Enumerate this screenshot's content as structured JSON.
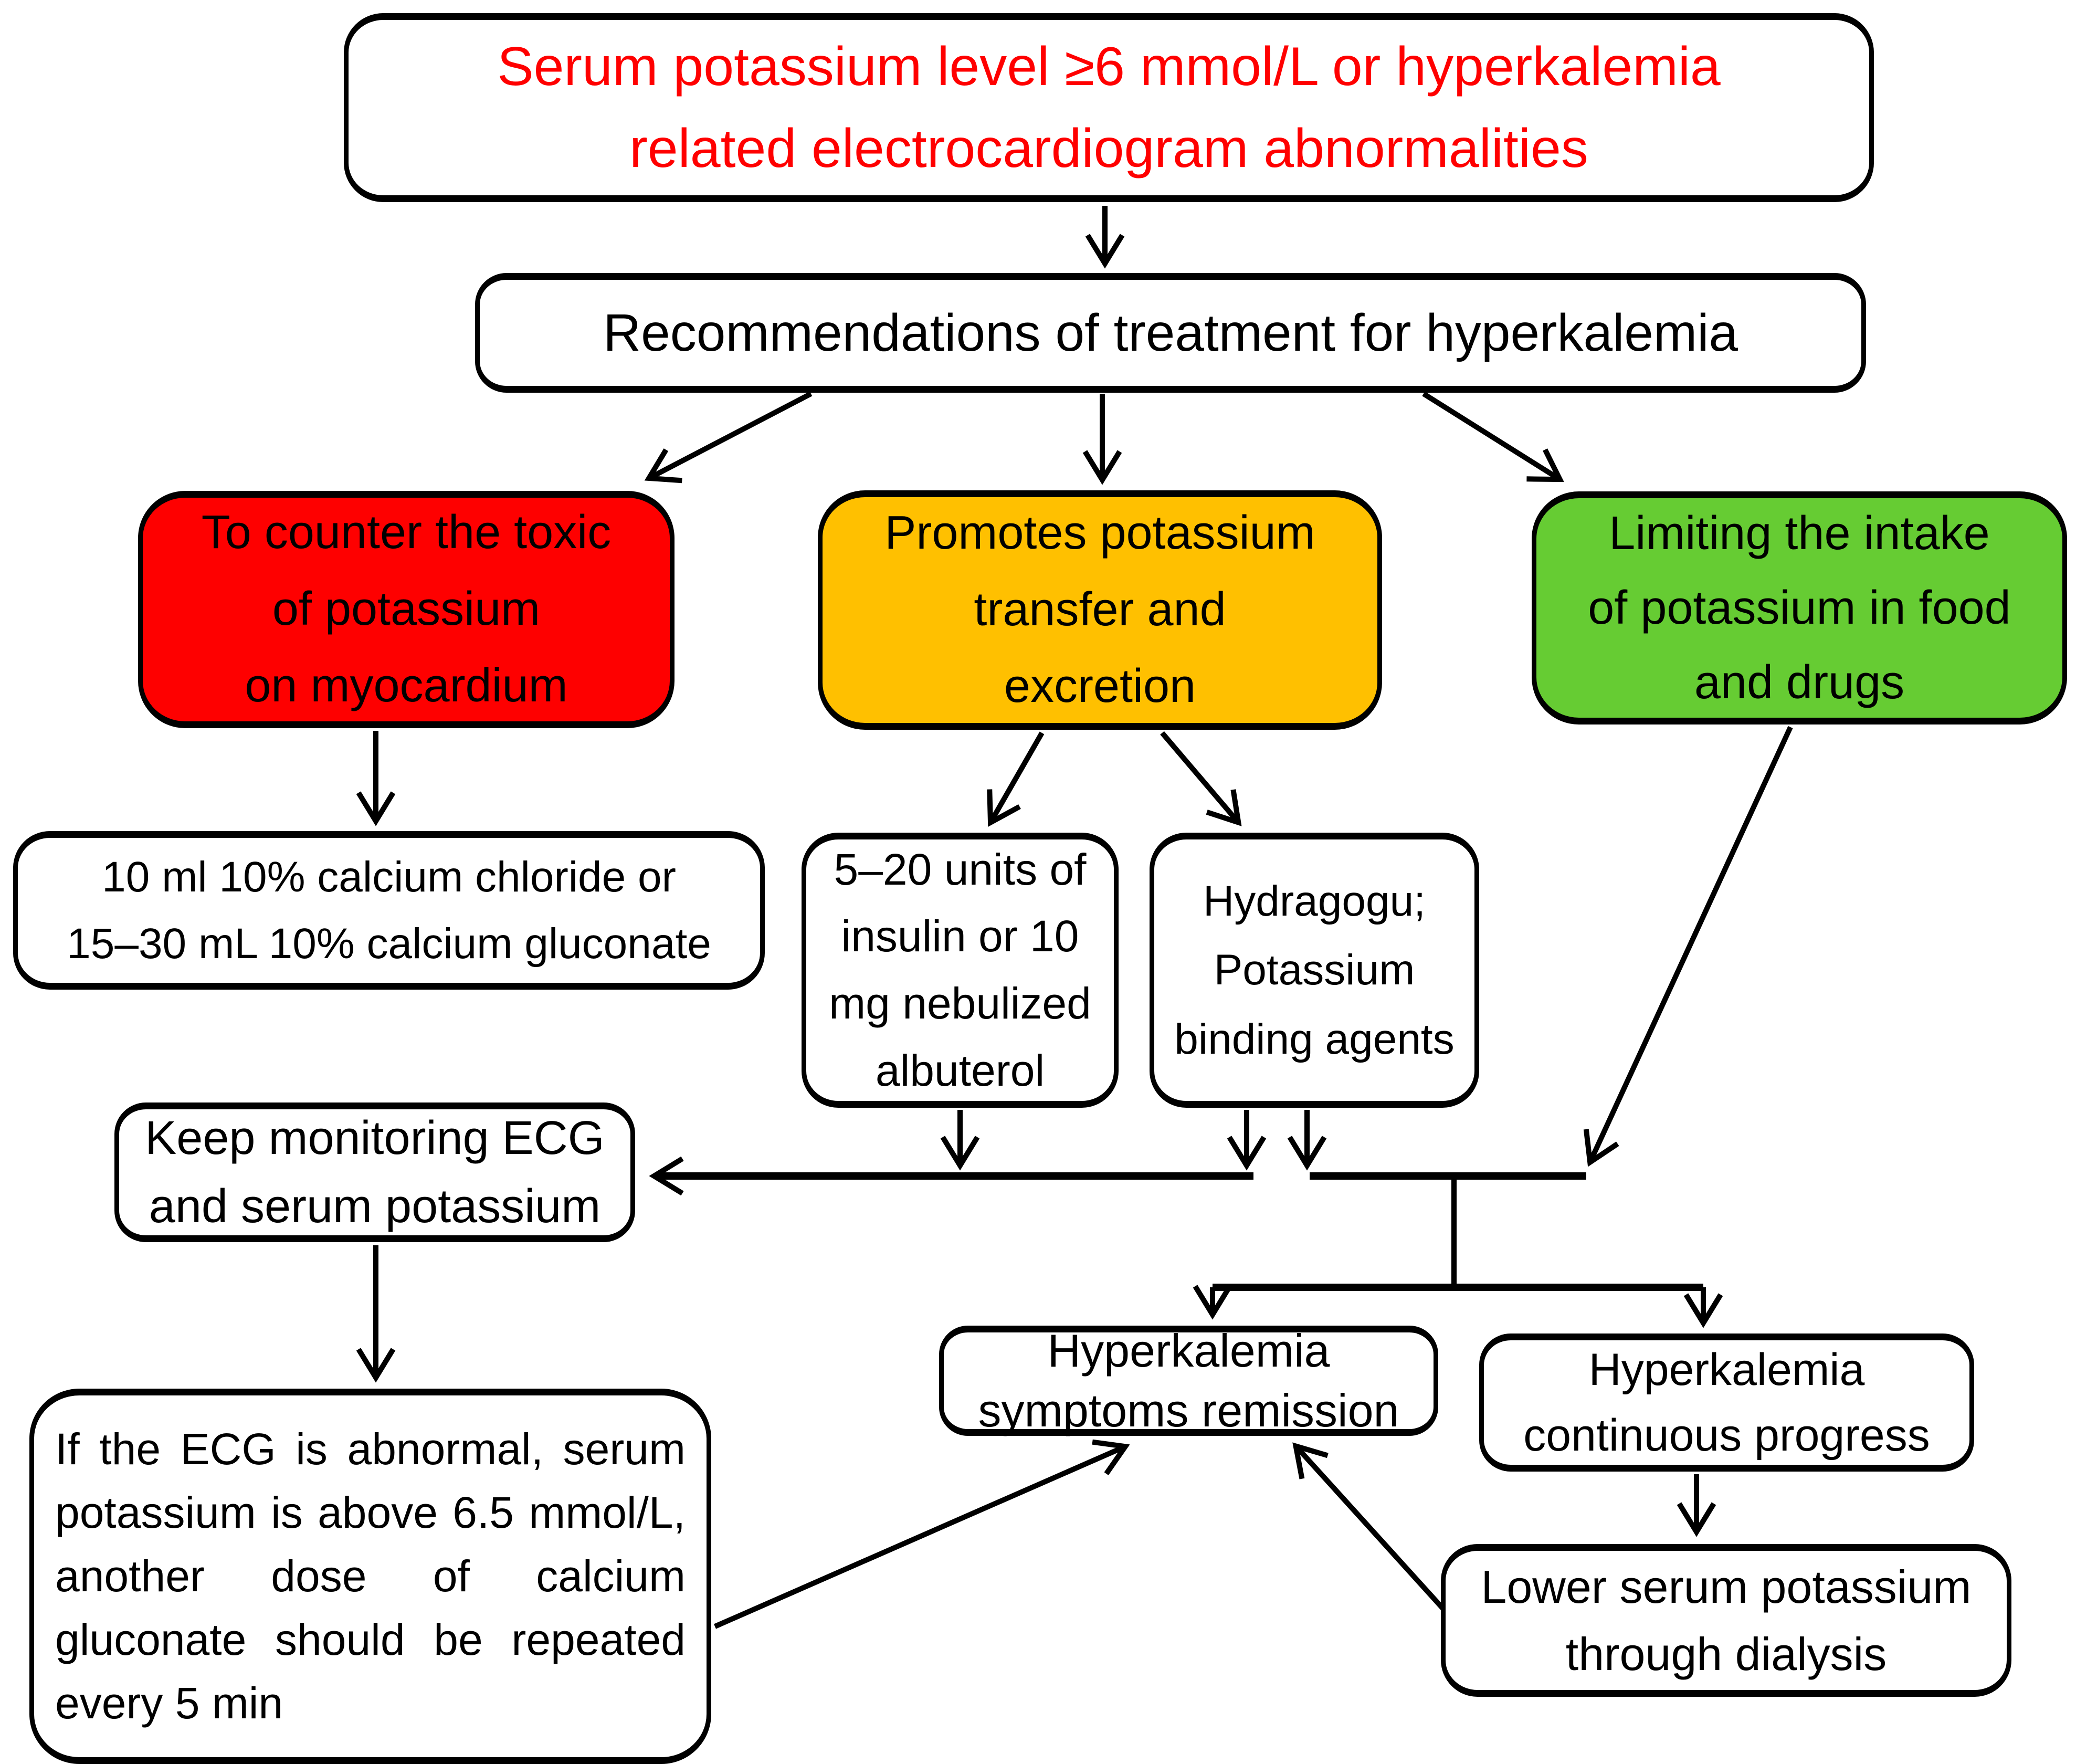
{
  "title": "Hyperkalemia treatment flowchart",
  "colors": {
    "title-red": "#ff0000",
    "box-red": "#fe0000",
    "box-orange": "#ffc000",
    "box-green": "#66cc33",
    "line": "#000000"
  },
  "nodes": {
    "start": {
      "lines": [
        "Serum potassium level ≥6 mmol/L or hyperkalemia",
        "related electrocardiogram abnormalities"
      ]
    },
    "recommendations": {
      "label": "Recommendations of treatment for hyperkalemia"
    },
    "counter_toxic": {
      "lines": [
        "To counter the toxic",
        "of potassium",
        "on myocardium"
      ]
    },
    "promote_transfer": {
      "lines": [
        "Promotes potassium",
        "transfer and",
        "excretion"
      ]
    },
    "limit_intake": {
      "lines": [
        "Limiting the intake",
        "of potassium in food",
        "and drugs"
      ]
    },
    "calcium_dose": {
      "lines": [
        "10 ml 10% calcium chloride or",
        "15–30 mL 10% calcium gluconate"
      ]
    },
    "insulin_albuterol": {
      "lines": [
        "5–20 units of",
        "insulin or 10",
        "mg nebulized",
        "albuterol"
      ]
    },
    "hydragogu": {
      "lines": [
        "Hydragogu;",
        "Potassium",
        "binding agents"
      ]
    },
    "keep_monitoring": {
      "lines": [
        "Keep monitoring ECG",
        "and serum potassium"
      ]
    },
    "ecg_abnormal": {
      "paragraph": "If the ECG is abnormal, serum potassium is above 6.5 mmol/L, another dose of calcium gluconate should be repeated every 5 min"
    },
    "symptoms_remission": {
      "lines": [
        "Hyperkalemia",
        "symptoms remission"
      ]
    },
    "continuous_progress": {
      "lines": [
        "Hyperkalemia",
        "continuous progress"
      ]
    },
    "dialysis": {
      "lines": [
        "Lower serum potassium",
        "through dialysis"
      ]
    }
  }
}
